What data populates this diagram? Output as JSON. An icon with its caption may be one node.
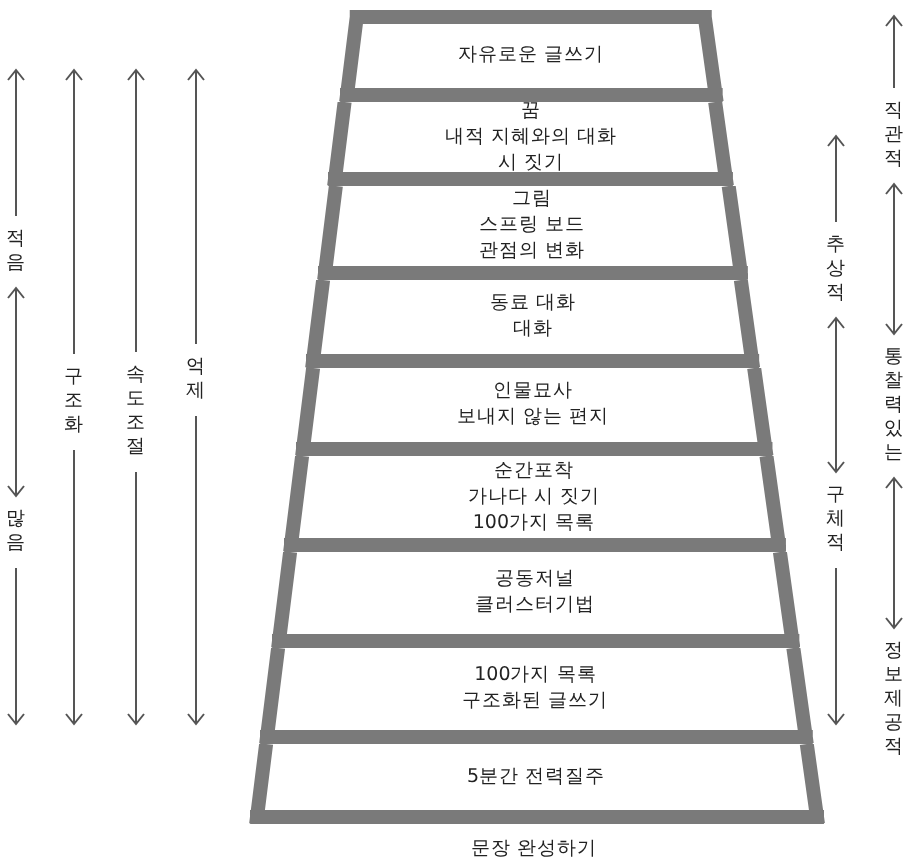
{
  "diagram": {
    "nodes": [
      {
        "text": [
          "자유로운 글쓰기"
        ]
      },
      {
        "text": [
          "꿈",
          "내적 지혜와의 대화",
          "시 짓기"
        ]
      },
      {
        "text": [
          "그림",
          "스프링 보드",
          "관점의 변화"
        ]
      },
      {
        "text": [
          "동료 대화",
          "대화"
        ]
      },
      {
        "text": [
          "인물묘사",
          "보내지 않는 편지"
        ]
      },
      {
        "text": [
          "순간포착",
          "가나다 시 짓기",
          "100가지 목록"
        ]
      },
      {
        "text": [
          "공동저널",
          "클러스터기법"
        ]
      },
      {
        "text": [
          "100가지 목록",
          "구조화된 글쓰기"
        ]
      },
      {
        "text": [
          "5분간 전력질주"
        ]
      }
    ],
    "edges": [],
    "labels": [
      "문장 완성하기",
      "적음",
      "많음",
      "구조화",
      "속도조절",
      "억제",
      "추상적",
      "구체적",
      "직관적",
      "통찰력있는",
      "정보제공적"
    ]
  }
}
